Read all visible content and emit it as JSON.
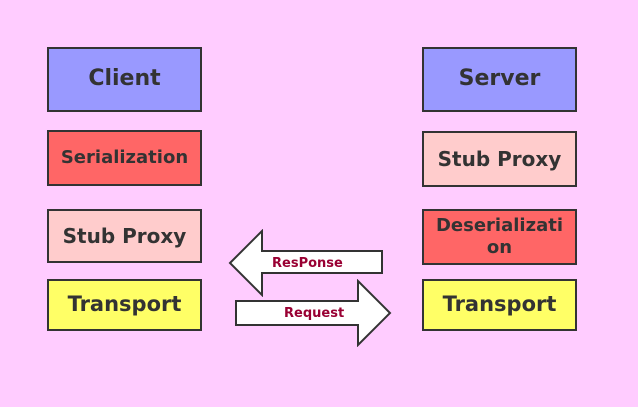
{
  "diagram": {
    "colors": {
      "background": "#FFCCFF",
      "client_server_fill": "#9999FF",
      "serialization_fill": "#FF6666",
      "stub_proxy_fill": "#FFCCCC",
      "transport_fill": "#FFFF66",
      "border": "#333333",
      "arrow_label": "#990033"
    },
    "client_stack": {
      "client": "Client",
      "serialization": "Serialization",
      "stub_proxy": "Stub Proxy",
      "transport": "Transport"
    },
    "server_stack": {
      "server": "Server",
      "stub_proxy": "Stub Proxy",
      "deserialization": "Deserialization",
      "transport": "Transport"
    },
    "arrows": {
      "response_label": "ResPonse",
      "request_label": "Request"
    }
  }
}
